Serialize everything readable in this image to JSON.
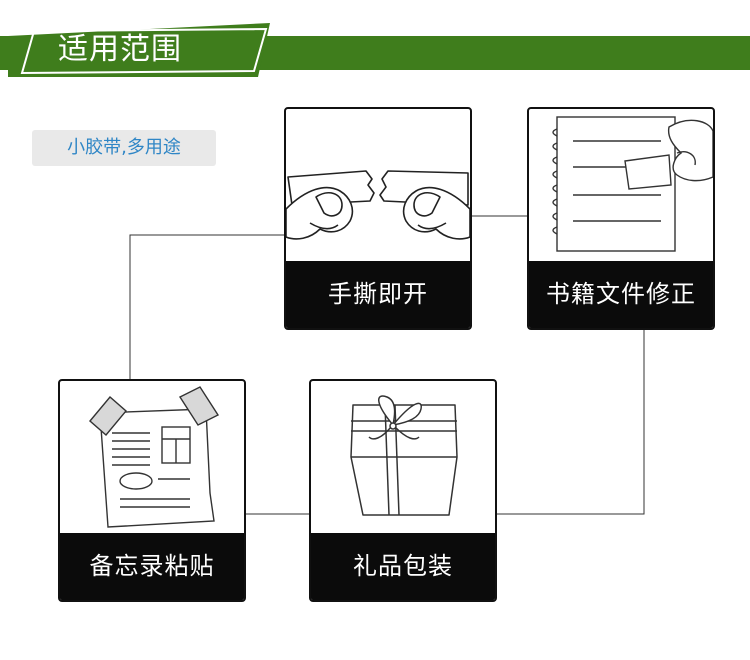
{
  "header": {
    "title": "适用范围"
  },
  "badge": {
    "text": "小胶带,多用途"
  },
  "cards": [
    {
      "label": "手撕即开",
      "icon": "tearing-tape-icon"
    },
    {
      "label": "书籍文件修正",
      "icon": "book-repair-icon"
    },
    {
      "label": "备忘录粘贴",
      "icon": "memo-note-icon"
    },
    {
      "label": "礼品包装",
      "icon": "gift-box-icon"
    }
  ],
  "colors": {
    "header_green": "#3f7d1c",
    "badge_text": "#2f86c6",
    "label_bg": "#0b0b0b"
  }
}
